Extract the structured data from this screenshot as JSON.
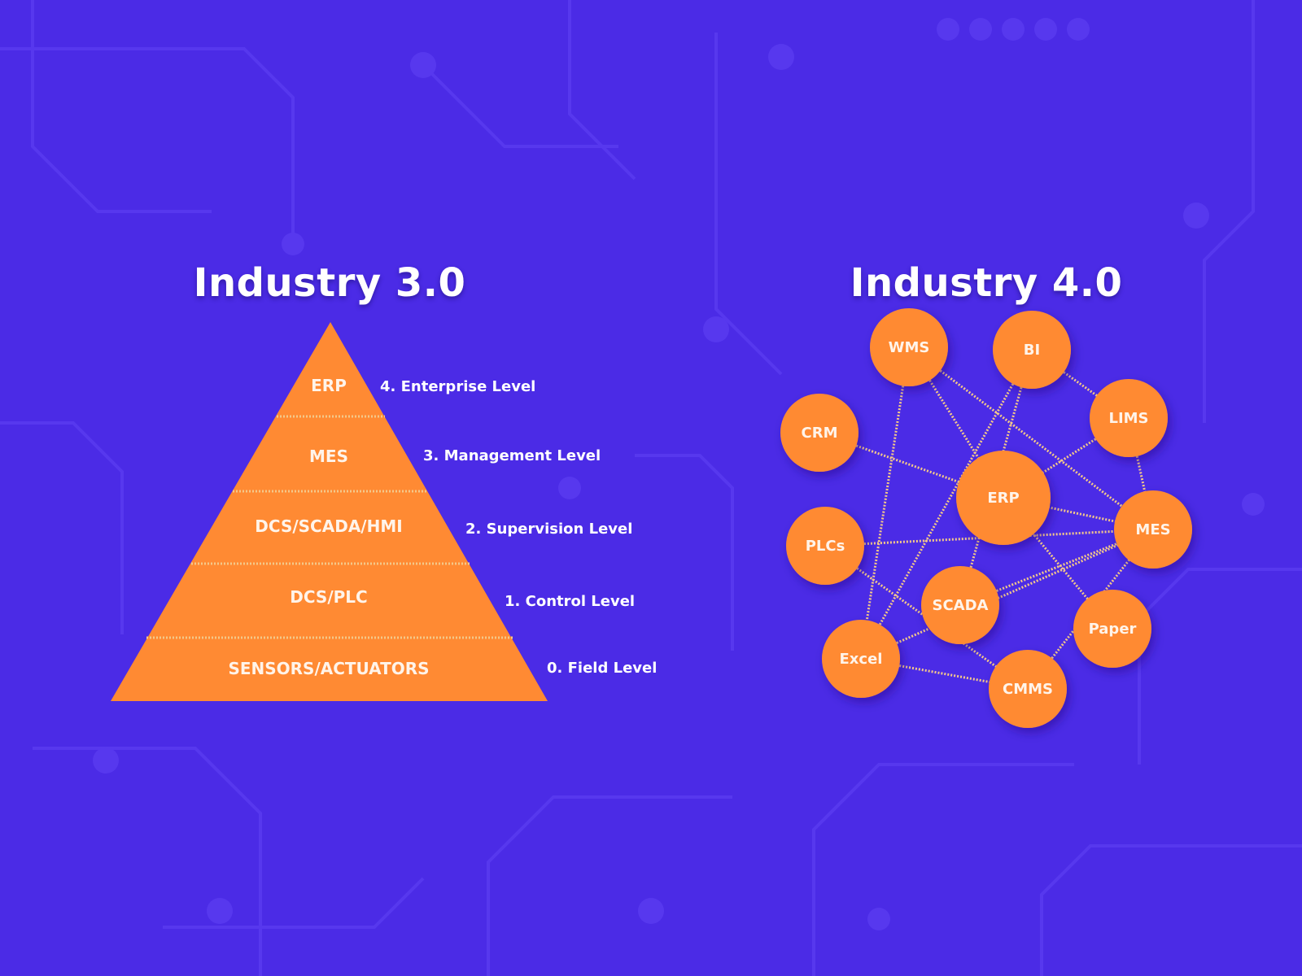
{
  "colors": {
    "background": "#4b2be6",
    "circuit": "#5738ee",
    "accent": "#ff8a33",
    "connector": "#f4c88a",
    "text": "#ffffff"
  },
  "industry_3": {
    "title": "Industry 3.0",
    "tiers": [
      {
        "name": "ERP",
        "level": "4. Enterprise Level"
      },
      {
        "name": "MES",
        "level": "3. Management Level"
      },
      {
        "name": "DCS/SCADA/HMI",
        "level": "2. Supervision Level"
      },
      {
        "name": "DCS/PLC",
        "level": "1. Control Level"
      },
      {
        "name": "SENSORS/ACTUATORS",
        "level": "0. Field Level"
      }
    ]
  },
  "industry_4": {
    "title": "Industry 4.0",
    "nodes": [
      {
        "id": "wms",
        "label": "WMS"
      },
      {
        "id": "bi",
        "label": "BI"
      },
      {
        "id": "crm",
        "label": "CRM"
      },
      {
        "id": "lims",
        "label": "LIMS"
      },
      {
        "id": "erp",
        "label": "ERP"
      },
      {
        "id": "plcs",
        "label": "PLCs"
      },
      {
        "id": "mes",
        "label": "MES"
      },
      {
        "id": "scada",
        "label": "SCADA"
      },
      {
        "id": "paper",
        "label": "Paper"
      },
      {
        "id": "excel",
        "label": "Excel"
      },
      {
        "id": "cmms",
        "label": "CMMS"
      }
    ],
    "links": [
      [
        "wms",
        "excel"
      ],
      [
        "wms",
        "erp"
      ],
      [
        "wms",
        "mes"
      ],
      [
        "bi",
        "excel"
      ],
      [
        "bi",
        "scada"
      ],
      [
        "bi",
        "lims"
      ],
      [
        "crm",
        "erp"
      ],
      [
        "lims",
        "erp"
      ],
      [
        "lims",
        "mes"
      ],
      [
        "erp",
        "mes"
      ],
      [
        "erp",
        "paper"
      ],
      [
        "plcs",
        "mes"
      ],
      [
        "plcs",
        "cmms"
      ],
      [
        "scada",
        "mes"
      ],
      [
        "excel",
        "mes"
      ],
      [
        "excel",
        "cmms"
      ],
      [
        "cmms",
        "mes"
      ]
    ]
  }
}
